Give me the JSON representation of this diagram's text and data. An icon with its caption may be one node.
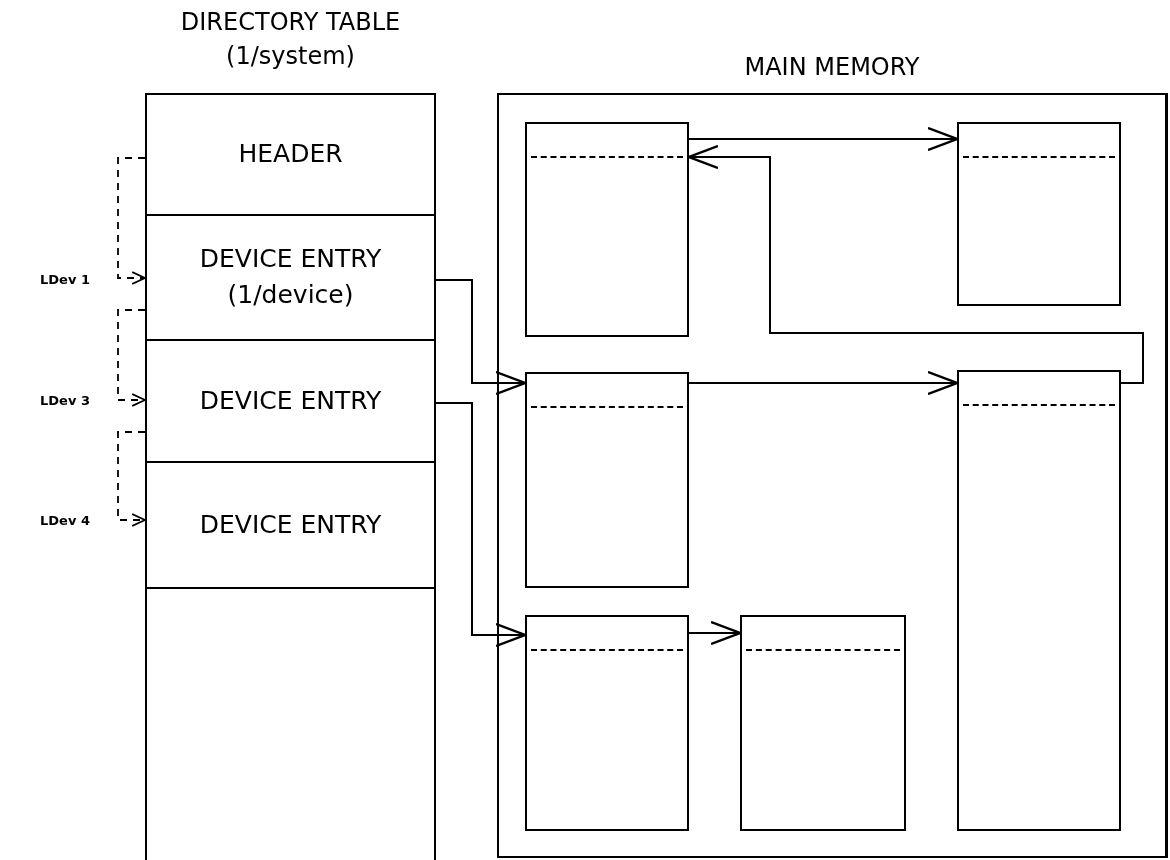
{
  "diagram": {
    "nodes": [
      {
        "text": [
          "DIRECTORY TABLE (1/system)"
        ]
      },
      {
        "text": [
          "HEADER"
        ],
        "in": 0
      },
      {
        "text": [
          "DEVICE ENTRY (1/device)"
        ],
        "in": 0
      },
      {
        "text": [
          "DEVICE ENTRY"
        ],
        "in": 0
      },
      {
        "text": [
          "DEVICE ENTRY"
        ],
        "in": 0
      },
      {
        "text": [
          "MAIN MEMORY"
        ]
      },
      {
        "text": [],
        "shape": "box",
        "in": 5
      },
      {
        "text": [],
        "shape": "box",
        "in": 5
      },
      {
        "text": [],
        "shape": "box",
        "in": 5
      },
      {
        "text": [],
        "shape": "box",
        "in": 5
      },
      {
        "text": [],
        "shape": "box",
        "in": 5
      },
      {
        "text": [],
        "shape": "box",
        "in": 5
      }
    ],
    "edges": [
      {
        "from": 1,
        "to": 2,
        "arrow": "to",
        "style": "dashed"
      },
      {
        "from": 2,
        "to": 3,
        "arrow": "to",
        "style": "dashed"
      },
      {
        "from": 3,
        "to": 4,
        "arrow": "to",
        "style": "dashed"
      },
      {
        "from": 6,
        "to": 7,
        "arrow": "to"
      },
      {
        "from": 9,
        "to": 6,
        "arrow": "to"
      },
      {
        "from": 2,
        "to": 8,
        "arrow": "to"
      },
      {
        "from": 8,
        "to": 9,
        "arrow": "to"
      },
      {
        "from": 3,
        "to": 10,
        "arrow": "to"
      },
      {
        "from": 10,
        "to": 11,
        "arrow": "to"
      }
    ],
    "labels": [
      "LDev 1",
      "LDev 3",
      "LDev 4"
    ]
  }
}
